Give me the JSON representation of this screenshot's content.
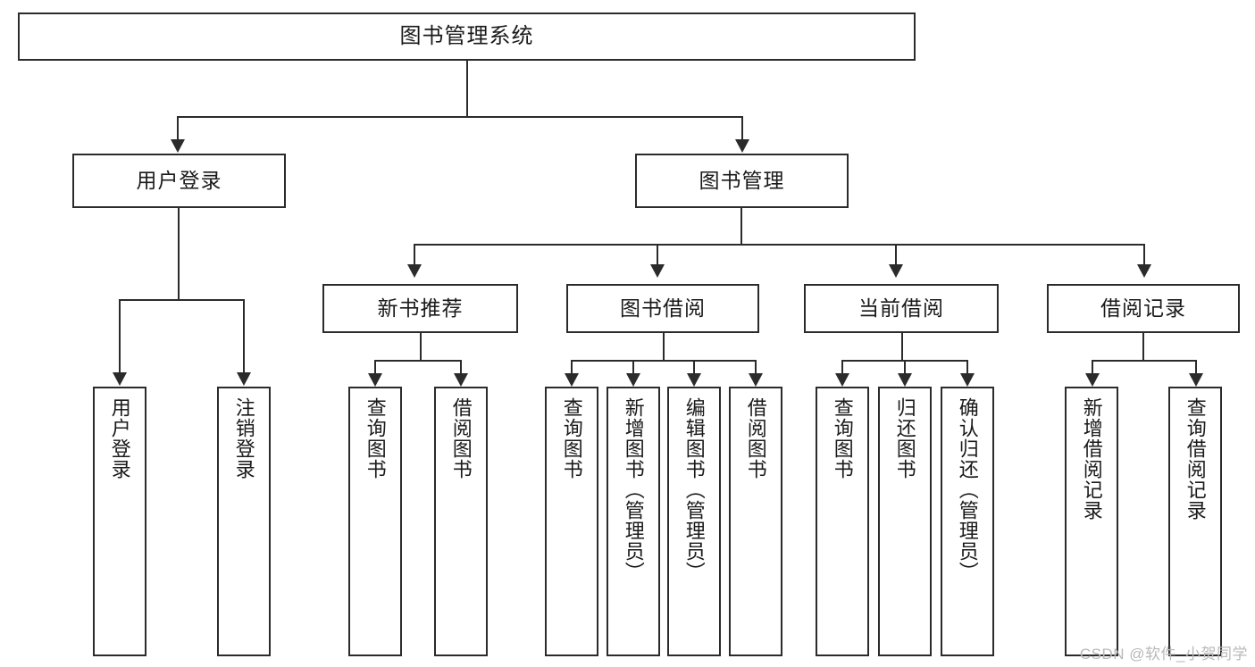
{
  "diagram": {
    "title": "图书管理系统",
    "type": "tree-hierarchy-diagram",
    "root": {
      "label": "图书管理系统"
    },
    "level2": [
      {
        "label": "用户登录"
      },
      {
        "label": "图书管理"
      }
    ],
    "level3": [
      {
        "label": "新书推荐"
      },
      {
        "label": "图书借阅"
      },
      {
        "label": "当前借阅"
      },
      {
        "label": "借阅记录"
      }
    ],
    "leaves": {
      "user_login": [
        {
          "label": "用户登录"
        },
        {
          "label": "注销登录"
        }
      ],
      "new_book_recommend": [
        {
          "label": "查询图书"
        },
        {
          "label": "借阅图书"
        }
      ],
      "book_borrow": [
        {
          "label": "查询图书"
        },
        {
          "label": "新增图书（管理员）"
        },
        {
          "label": "编辑图书（管理员）"
        },
        {
          "label": "借阅图书"
        }
      ],
      "current_borrow": [
        {
          "label": "查询图书"
        },
        {
          "label": "归还图书"
        },
        {
          "label": "确认归还（管理员）"
        }
      ],
      "borrow_record": [
        {
          "label": "新增借阅记录"
        },
        {
          "label": "查询借阅记录"
        }
      ]
    }
  },
  "watermark": {
    "text": "CSDN @软件_小贺同学"
  },
  "colors": {
    "line": "#2b2b2b",
    "box_fill": "#ffffff",
    "text": "#1a1a1a",
    "watermark": "#b9b9b9"
  }
}
